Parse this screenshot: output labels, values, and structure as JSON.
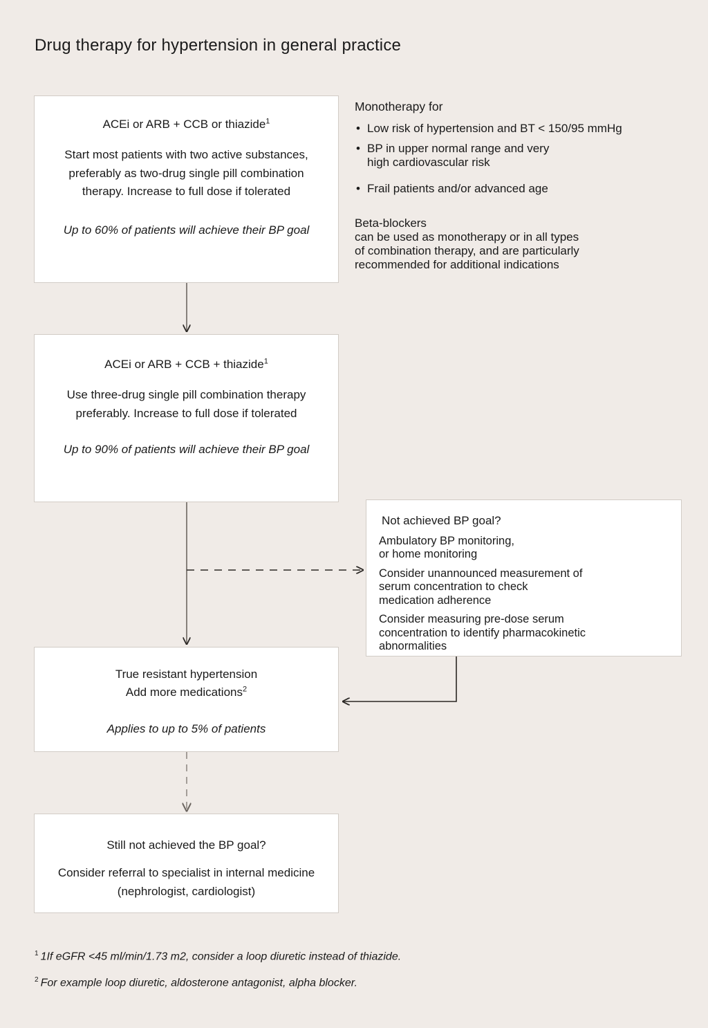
{
  "page": {
    "title": "Drug therapy for hypertension in general practice",
    "background_color": "#f0ebe7",
    "box_fill": "#ffffff",
    "box_border": "#d2ccc6",
    "text_color": "#1a1a1a",
    "connector_color": "#6b6560"
  },
  "flow": {
    "box_initial": {
      "heading": "ACEi or ARB + CCB or thiazide",
      "heading_superscript": "1",
      "body": "Start most patients with two active substances, preferably as two-drug single pill combination therapy. Increase to full dose if tolerated",
      "note": "Up to 60% of patients will achieve their BP goal"
    },
    "box_triple": {
      "heading": "ACEi or ARB + CCB + thiazide",
      "heading_superscript": "1",
      "body": "Use three-drug single pill combination therapy preferably. Increase to full dose if tolerated",
      "note": "Up to 90% of patients will achieve their BP goal"
    },
    "box_resistant": {
      "heading_line1": "True resistant hypertension",
      "heading_line2": "Add more medications",
      "heading_superscript": "2",
      "note": "Applies to up to 5% of patients"
    },
    "box_referral": {
      "heading": "Still not achieved the BP goal?",
      "body": "Consider referral to specialist in internal medicine (nephrologist, cardiologist)"
    },
    "box_not_achieved": {
      "heading": "Not achieved BP goal?",
      "items": [
        "Ambulatory BP monitoring,\nor home monitoring",
        "Consider unannounced measurement of\nserum concentration to check\nmedication adherence",
        "Consider measuring pre-dose serum\nconcentration to identify pharmacokinetic\nabnormalities"
      ]
    }
  },
  "annotations": {
    "monotherapy": {
      "heading": "Monotherapy for",
      "bullets": [
        "Low risk of hypertension and BT < 150/95 mmHg",
        "BP in upper normal range and very\nhigh cardiovascular risk",
        "Frail patients and/or advanced age"
      ]
    },
    "beta_blockers": {
      "heading": "Beta-blockers",
      "body": "can be used as monotherapy or in all types\nof combination therapy, and are particularly\nrecommended for additional indications"
    }
  },
  "footnotes": [
    {
      "mark": "1",
      "text": "1If eGFR <45 ml/min/1.73 m2, consider a loop diuretic instead of thiazide."
    },
    {
      "mark": "2",
      "text": "For example loop diuretic, aldosterone antagonist, alpha blocker."
    }
  ]
}
